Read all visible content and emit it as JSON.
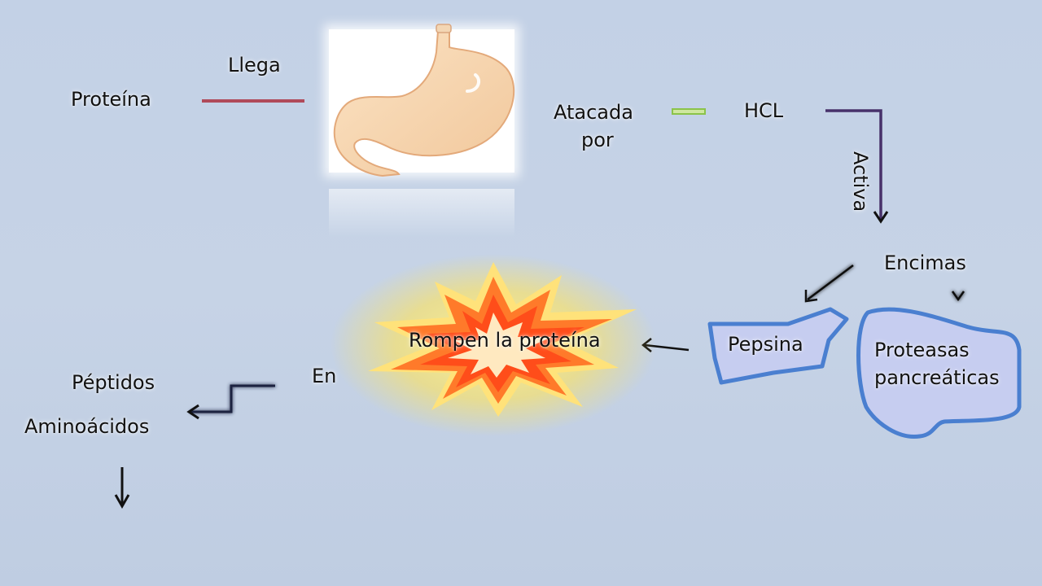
{
  "nodes": {
    "proteina": "Proteína",
    "llega": "Llega",
    "atacada_line1": "Atacada",
    "atacada_line2": "por",
    "hcl": "HCL",
    "activa": "Activa",
    "encimas": "Encimas",
    "pepsina": "Pepsina",
    "proteasas_line1": "Proteasas",
    "proteasas_line2": "pancreáticas",
    "rompen": "Rompen  la proteína",
    "en": "En",
    "peptidos": "Péptidos",
    "aminoacidos": "Aminoácidos"
  },
  "icons": {
    "stomach": "stomach-illustration",
    "burst": "explosion-burst"
  },
  "colors": {
    "background": "#c4d1e5",
    "connector_red": "#b04a5a",
    "connector_green": "#8bc34a",
    "connector_purple": "#3a1f5c",
    "connector_dark": "#1a2340",
    "shape_fill": "#c6cdf0",
    "shape_stroke": "#4a7fd0",
    "burst_outer": "#ffe27a",
    "burst_mid": "#ff7a2a",
    "burst_inner": "#ffe9c0"
  }
}
